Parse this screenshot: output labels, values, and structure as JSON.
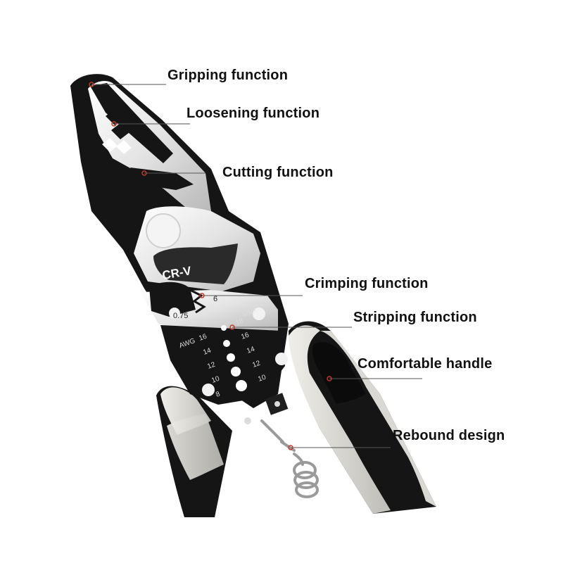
{
  "labels": {
    "gripping": "Gripping function",
    "loosening": "Loosening function",
    "cutting": "Cutting function",
    "crimping": "Crimping function",
    "stripping": "Stripping function",
    "handle": "Comfortable handle",
    "rebound": "Rebound design"
  },
  "tool": {
    "brand_mark": "CR-V",
    "crimp_small": "0.75",
    "crimp_large": "6",
    "awg_label": "AWG",
    "mm_label": "MM²",
    "awg_values": [
      "16",
      "14",
      "12",
      "10",
      "8"
    ],
    "mm_values": [
      "18",
      "16",
      "14",
      "12",
      "10"
    ]
  },
  "colors": {
    "callout_line": "#555555",
    "callout_dot": "#c0392b",
    "steel": "#e7e7e7",
    "black": "#151515",
    "handle_grip": "#d8d7d2"
  }
}
